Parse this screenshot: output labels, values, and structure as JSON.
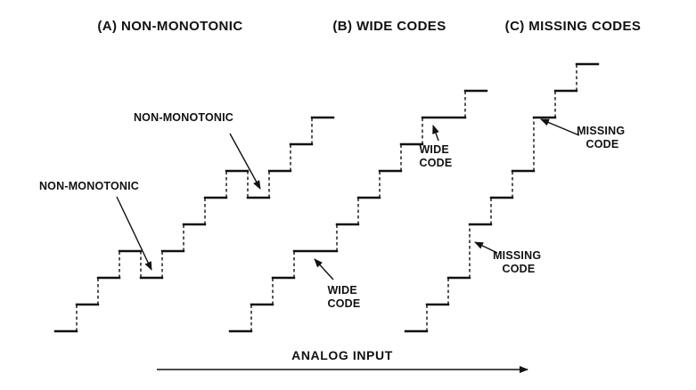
{
  "figure": {
    "titles": {
      "a": "(A) NON-MONOTONIC",
      "b": "(B) WIDE CODES",
      "c": "(C) MISSING CODES"
    },
    "axis": {
      "label": "ANALOG INPUT"
    },
    "annotations": {
      "nonmono_upper": {
        "line1": "NON-MONOTONIC"
      },
      "nonmono_lower": {
        "line1": "NON-MONOTONIC"
      },
      "wide_upper": {
        "line1": "WIDE",
        "line2": "CODE"
      },
      "wide_lower": {
        "line1": "WIDE",
        "line2": "CODE"
      },
      "missing_upper": {
        "line1": "MISSING",
        "line2": "CODE"
      },
      "missing_lower": {
        "line1": "MISSING",
        "line2": "CODE"
      }
    }
  },
  "colors": {
    "ink": "#111111",
    "background": "#ffffff"
  },
  "staircases": [
    {
      "name": "non-monotonic",
      "points": [
        [
          62,
          372
        ],
        [
          86,
          372
        ],
        [
          86,
          342
        ],
        [
          110,
          342
        ],
        [
          110,
          312
        ],
        [
          134,
          312
        ],
        [
          134,
          282
        ],
        [
          158,
          282
        ],
        [
          158,
          312
        ],
        [
          182,
          312
        ],
        [
          182,
          282
        ],
        [
          206,
          282
        ],
        [
          206,
          252
        ],
        [
          230,
          252
        ],
        [
          230,
          222
        ],
        [
          254,
          222
        ],
        [
          254,
          192
        ],
        [
          278,
          192
        ],
        [
          278,
          222
        ],
        [
          302,
          222
        ],
        [
          302,
          192
        ],
        [
          326,
          192
        ],
        [
          326,
          162
        ],
        [
          350,
          162
        ],
        [
          350,
          132
        ],
        [
          374,
          132
        ]
      ]
    },
    {
      "name": "wide-codes",
      "points": [
        [
          258,
          372
        ],
        [
          282,
          372
        ],
        [
          282,
          342
        ],
        [
          306,
          342
        ],
        [
          306,
          312
        ],
        [
          330,
          312
        ],
        [
          330,
          282
        ],
        [
          378,
          282
        ],
        [
          378,
          252
        ],
        [
          402,
          252
        ],
        [
          402,
          222
        ],
        [
          426,
          222
        ],
        [
          426,
          192
        ],
        [
          450,
          192
        ],
        [
          450,
          162
        ],
        [
          474,
          162
        ],
        [
          474,
          132
        ],
        [
          522,
          132
        ],
        [
          522,
          102
        ],
        [
          546,
          102
        ]
      ]
    },
    {
      "name": "missing-codes",
      "points": [
        [
          455,
          372
        ],
        [
          479,
          372
        ],
        [
          479,
          342
        ],
        [
          503,
          342
        ],
        [
          503,
          312
        ],
        [
          527,
          312
        ],
        [
          527,
          252
        ],
        [
          551,
          252
        ],
        [
          551,
          222
        ],
        [
          575,
          222
        ],
        [
          575,
          192
        ],
        [
          599,
          192
        ],
        [
          599,
          132
        ],
        [
          623,
          132
        ],
        [
          623,
          102
        ],
        [
          647,
          102
        ],
        [
          647,
          72
        ],
        [
          671,
          72
        ]
      ]
    }
  ]
}
